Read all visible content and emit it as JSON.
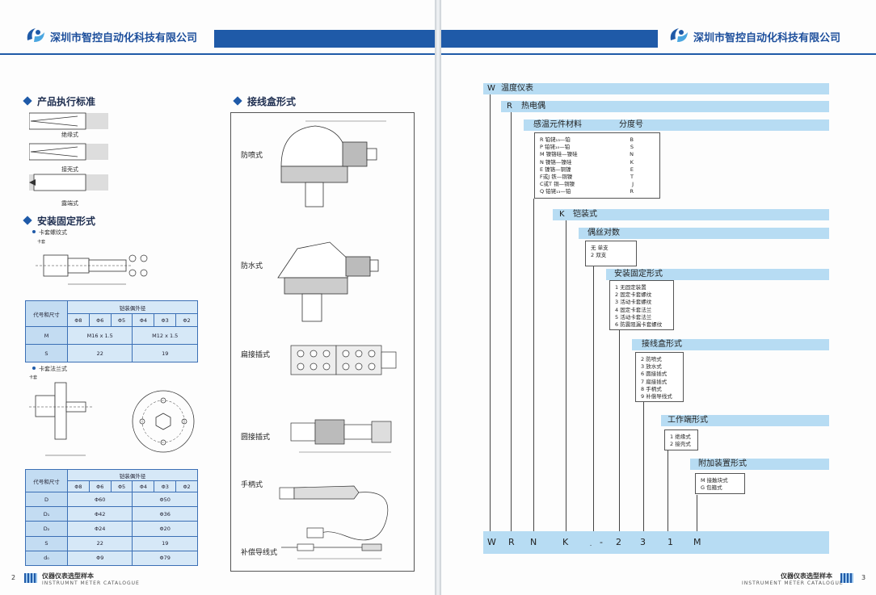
{
  "company_name": "深圳市智控自动化科技有限公司",
  "left": {
    "section_standard": "产品执行标准",
    "probe_labels": [
      "绝缘式",
      "接壳式",
      "露端式"
    ],
    "section_install": "安装固定形式",
    "sub_thread": "卡套螺纹式",
    "label_kataou": "卡套",
    "table1": {
      "header_code": "代号和尺寸",
      "header_group": "铠装偶外径",
      "cols": [
        "Φ8",
        "Φ6",
        "Φ5",
        "Φ4",
        "Φ3",
        "Φ2"
      ],
      "rows": [
        {
          "code": "M",
          "a": "M16 x 1.5",
          "b": "M12 x 1.5"
        },
        {
          "code": "S",
          "a": "22",
          "b": "19"
        }
      ]
    },
    "sub_flange": "卡套法兰式",
    "label_kataou2": "卡套",
    "table2": {
      "header_code": "代号和尺寸",
      "header_group": "铠装偶外径",
      "cols": [
        "Φ8",
        "Φ6",
        "Φ5",
        "Φ4",
        "Φ3",
        "Φ2"
      ],
      "rows": [
        {
          "code": "D",
          "a": "Φ60",
          "b": "Φ50"
        },
        {
          "code": "D₁",
          "a": "Φ42",
          "b": "Φ36"
        },
        {
          "code": "D₂",
          "a": "Φ24",
          "b": "Φ20"
        },
        {
          "code": "S",
          "a": "22",
          "b": "19"
        },
        {
          "code": "d₀",
          "a": "Φ9",
          "b": "Φ79"
        }
      ]
    },
    "section_box": "接线盒形式",
    "box_labels": [
      "防喷式",
      "防水式",
      "扁接插式",
      "圆接插式",
      "手柄式",
      "补偿导线式"
    ],
    "page_number": "2",
    "footer_cn": "仪器仪表选型样本",
    "footer_en": "INSTRUMNT METER CATALOGUE"
  },
  "right": {
    "bars": {
      "w": {
        "code": "W",
        "label": "温度仪表"
      },
      "r": {
        "code": "R",
        "label": "热电偶"
      },
      "material": {
        "label": "感温元件材料",
        "label2": "分度号"
      },
      "k": {
        "code": "K",
        "label": "铠装式"
      },
      "pairs": {
        "label": "偶丝对数"
      },
      "install": {
        "label": "安装固定形式"
      },
      "box": {
        "label": "接线盒形式"
      },
      "end": {
        "label": "工作端形式"
      },
      "extra": {
        "label": "附加装置形式"
      }
    },
    "materials": [
      {
        "name": "R 铂铑₁₃—铂",
        "code": "B"
      },
      {
        "name": "P 铂铑₁₀—铂",
        "code": "S"
      },
      {
        "name": "M 镍铬硅—镍硅",
        "code": "N"
      },
      {
        "name": "N 镍铬—镍硅",
        "code": "K"
      },
      {
        "name": "E 镍铬—铜镍",
        "code": "E"
      },
      {
        "name": "F或J 铁—铜镍",
        "code": "T"
      },
      {
        "name": "C或T 铜—铜镍",
        "code": "J"
      },
      {
        "name": "Q 铂铑₁₃—铂",
        "code": "R"
      }
    ],
    "pairs_options": [
      "无  单支",
      "2  双支"
    ],
    "install_options": [
      "1 无固定装置",
      "2 固定卡套螺纹",
      "3 活动卡套螺纹",
      "4 固定卡套法兰",
      "5 活动卡套法兰",
      "6 防震阻漏卡套螺纹"
    ],
    "box_options": [
      "2 防喷式",
      "3 放水式",
      "6 圆接插式",
      "7 扁接插式",
      "8 手柄式",
      "9 补偿导线式"
    ],
    "end_options": [
      "1 绝缘式",
      "2 接壳式"
    ],
    "extra_options": [
      "M 接触块式",
      "G 包箍式"
    ],
    "model": [
      "W",
      "R",
      "N",
      "K",
      "-",
      "-",
      "2",
      "3",
      "1",
      "M"
    ],
    "page_number": "3",
    "footer_cn": "仪器仪表选型样本",
    "footer_en": "INSTRUMENT METER CATALOGUE"
  },
  "colors": {
    "brand_blue": "#1f5aa8",
    "bar_blue": "#b7dcf3",
    "table_blue": "#d6e8f7"
  }
}
